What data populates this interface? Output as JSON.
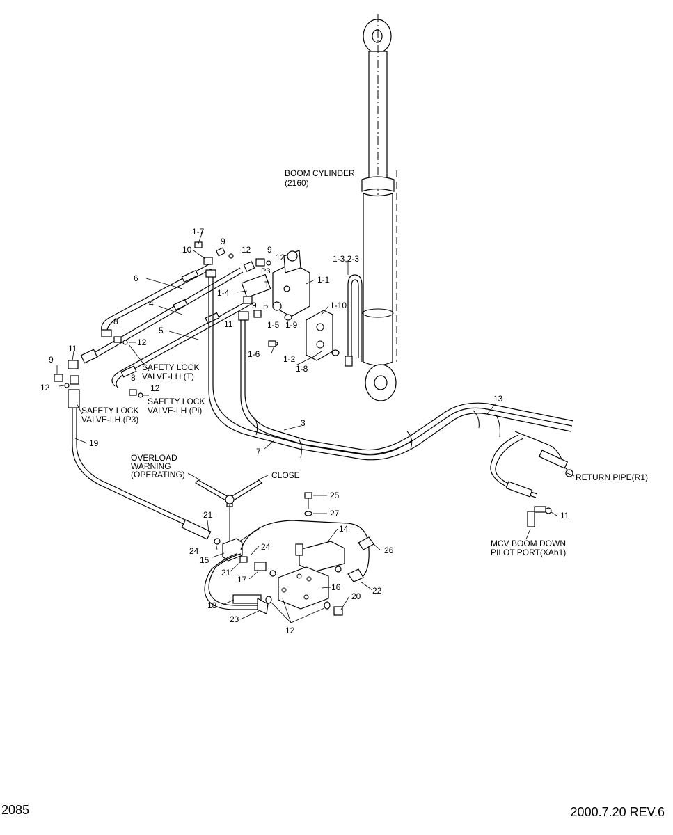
{
  "sheet": {
    "page_number": "2085",
    "revision": "2000.7.20 REV.6"
  },
  "annotations": {
    "boom_cylinder": [
      "BOOM CYLINDER",
      "(2160)"
    ],
    "safety_lock_t": [
      "SAFETY LOCK",
      "VALVE-LH (T)"
    ],
    "safety_lock_pi": [
      "SAFETY LOCK",
      "VALVE-LH (Pi)"
    ],
    "safety_lock_p3": [
      "SAFETY LOCK",
      "VALVE-LH (P3)"
    ],
    "overload_warning": [
      "OVERLOAD",
      "WARNING",
      "(OPERATING)"
    ],
    "close": "CLOSE",
    "return_pipe": "RETURN PIPE(R1)",
    "mcv_boom_down": [
      "MCV BOOM DOWN",
      "PILOT PORT(XAb1)"
    ],
    "port_t": "T",
    "port_p3": "P3",
    "port_p": "P"
  },
  "callouts": {
    "c1_7": "1-7",
    "c10": "10",
    "c9a": "9",
    "c12a": "12",
    "c9b": "9",
    "c12b": "12",
    "c6": "6",
    "c1_4": "1-4",
    "c1_1": "1-1",
    "c1_3": "1-3,2-3",
    "c4": "4",
    "c1_10": "1-10",
    "c9c": "9",
    "c11a": "11",
    "c1_5": "1-5",
    "c1_9": "1-9",
    "c8a": "8",
    "c5": "5",
    "c12c": "12",
    "c11b": "11",
    "c1_6": "1-6",
    "c1_2": "1-2",
    "c1_8": "1-8",
    "c9d": "9",
    "c12d": "12",
    "c8b": "8",
    "c12e": "12",
    "c13": "13",
    "c3": "3",
    "c19": "19",
    "c7": "7",
    "c25": "25",
    "c27": "27",
    "c21a": "21",
    "c14": "14",
    "c24a": "24",
    "c24b": "24",
    "c26": "26",
    "c15": "15",
    "c21b": "21",
    "c17": "17",
    "c16": "16",
    "c22": "22",
    "c11c": "11",
    "c18": "18",
    "c20": "20",
    "c23": "23",
    "c12f": "12"
  }
}
